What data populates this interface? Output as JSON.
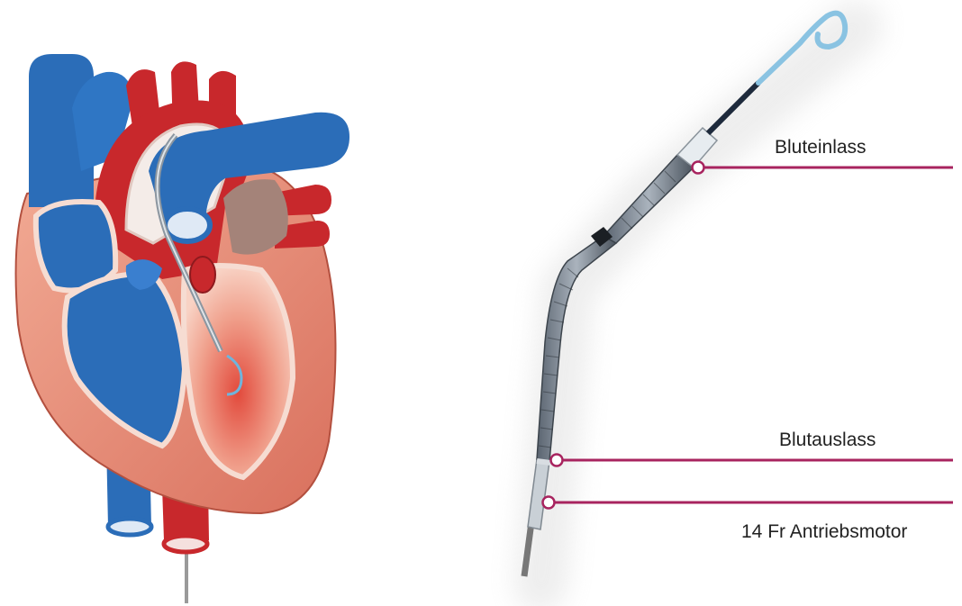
{
  "labels": {
    "blood_inlet": "Bluteinlass",
    "blood_outlet": "Blutauslass",
    "drive_motor": "14 Fr Antriebsmotor"
  },
  "colors": {
    "vein_blue": "#2b6db8",
    "artery_red": "#c8282c",
    "myocardium": "#e98d78",
    "ventricle_inner": "#f3b9a6",
    "callout_line": "#a8245f",
    "catheter_blue": "#8ac3e2"
  },
  "icons": {
    "heart": "heart-anatomy-illustration",
    "pump": "impella-pump-catheter"
  }
}
